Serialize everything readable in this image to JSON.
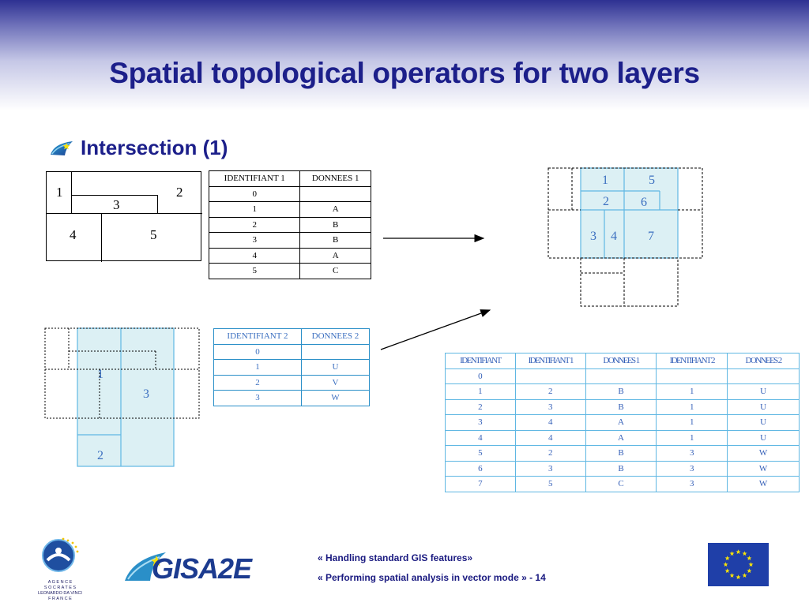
{
  "slide": {
    "title": "Spatial topological operators for two layers",
    "section": "Intersection (1)"
  },
  "layer1_map": {
    "labels": [
      "1",
      "2",
      "3",
      "4",
      "5"
    ]
  },
  "layer2_map": {
    "labels": [
      "1",
      "2",
      "3"
    ]
  },
  "result_map": {
    "labels": [
      "1",
      "5",
      "2",
      "6",
      "3",
      "4",
      "7"
    ]
  },
  "table1": {
    "headers": [
      "IDENTIFIANT 1",
      "DONNEES 1"
    ],
    "rows": [
      [
        "0",
        ""
      ],
      [
        "1",
        "A"
      ],
      [
        "2",
        "B"
      ],
      [
        "3",
        "B"
      ],
      [
        "4",
        "A"
      ],
      [
        "5",
        "C"
      ]
    ]
  },
  "table2": {
    "headers": [
      "IDENTIFIANT 2",
      "DONNEES 2"
    ],
    "rows": [
      [
        "0",
        ""
      ],
      [
        "1",
        "U"
      ],
      [
        "2",
        "V"
      ],
      [
        "3",
        "W"
      ]
    ]
  },
  "table3": {
    "headers": [
      "IDENTIFIANT",
      "IDENTIFIANT 1",
      "DONNEES 1",
      "IDENTIFIANT 2",
      "DONNEES 2"
    ],
    "rows": [
      [
        "0",
        "",
        "",
        "",
        ""
      ],
      [
        "1",
        "2",
        "B",
        "1",
        "U"
      ],
      [
        "2",
        "3",
        "B",
        "1",
        "U"
      ],
      [
        "3",
        "4",
        "A",
        "1",
        "U"
      ],
      [
        "4",
        "4",
        "A",
        "1",
        "U"
      ],
      [
        "5",
        "2",
        "B",
        "3",
        "W"
      ],
      [
        "6",
        "3",
        "B",
        "3",
        "W"
      ],
      [
        "7",
        "5",
        "C",
        "3",
        "W"
      ]
    ]
  },
  "footer": {
    "agency_lines": [
      "A G E N C E",
      "S O C R A T E S",
      "LEONARDO DA VINCI",
      "F R A N C E"
    ],
    "logo_text": "GISA2E",
    "line1": "«  Handling standard GIS features»",
    "line2": "« Performing spatial analysis in vector mode » - 14"
  },
  "colors": {
    "title": "#1c1f8a",
    "highlight_fill": "#dcf0f4",
    "highlight_line": "#5fb7e3",
    "table2_text": "#3b6fc0"
  }
}
